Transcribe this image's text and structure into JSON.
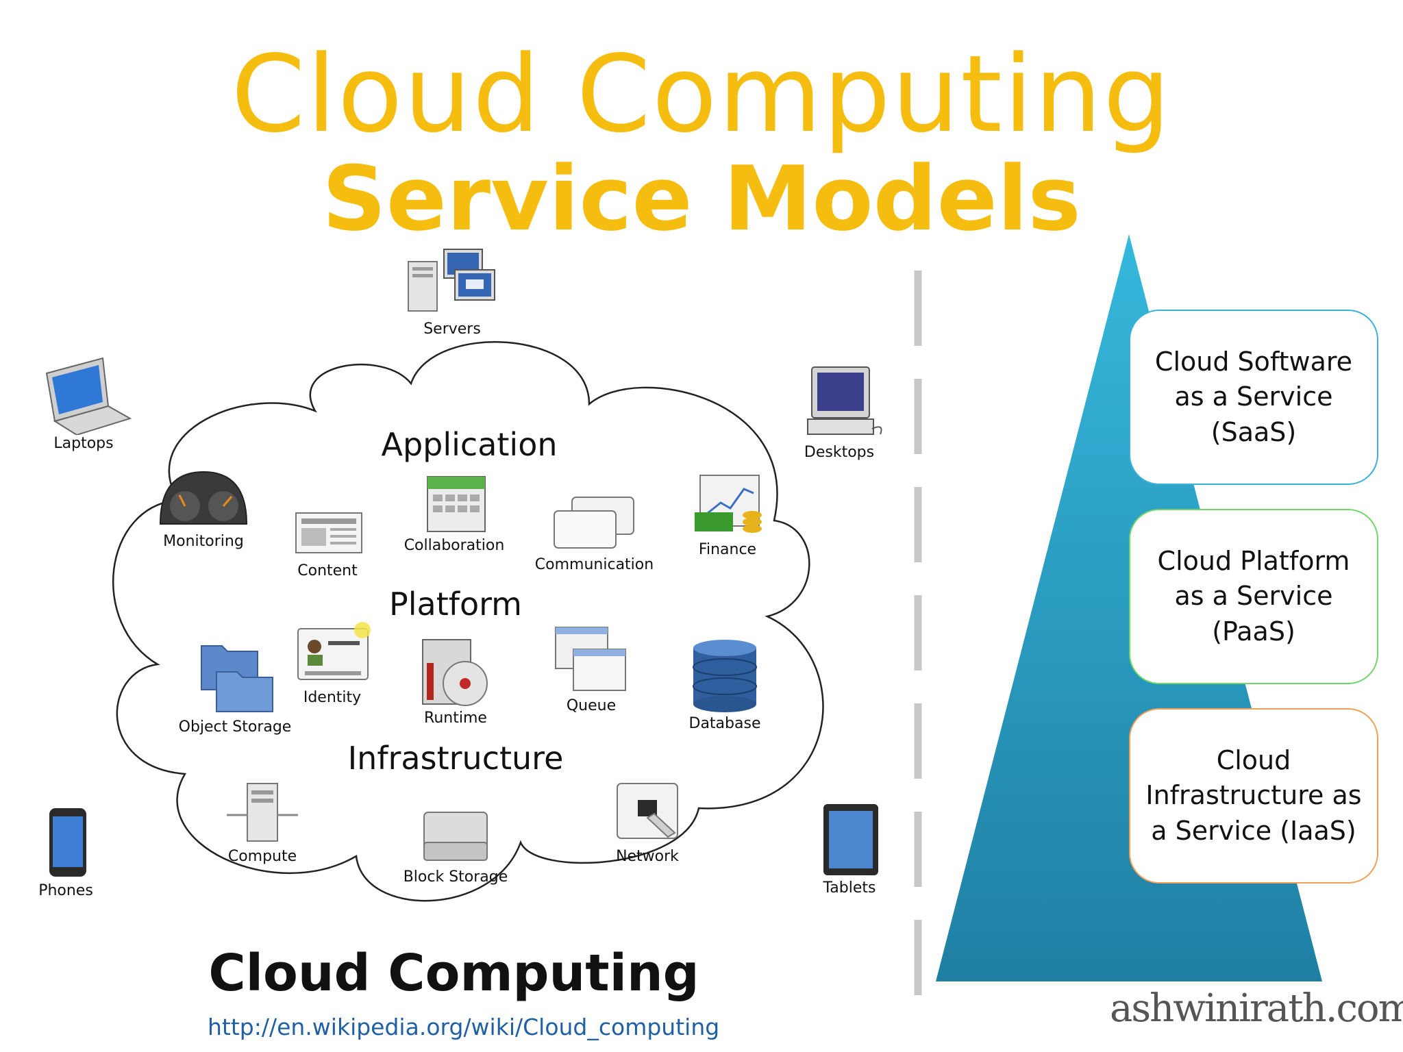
{
  "title": {
    "line1": "Cloud Computing",
    "line2": "Service Models"
  },
  "devices": {
    "servers": "Servers",
    "laptops": "Laptops",
    "desktops": "Desktops",
    "phones": "Phones",
    "tablets": "Tablets"
  },
  "cloud": {
    "application": {
      "heading": "Application",
      "items": [
        "Monitoring",
        "Content",
        "Collaboration",
        "Communication",
        "Finance"
      ]
    },
    "platform": {
      "heading": "Platform",
      "items": [
        "Object Storage",
        "Identity",
        "Runtime",
        "Queue",
        "Database"
      ]
    },
    "infrastructure": {
      "heading": "Infrastructure",
      "items": [
        "Compute",
        "Block Storage",
        "Network"
      ]
    },
    "footer_title": "Cloud Computing",
    "source_url": "http://en.wikipedia.org/wiki/Cloud_computing"
  },
  "pyramid": {
    "saas": "Cloud Software as a Service (SaaS)",
    "paas": "Cloud Platform as a Service (PaaS)",
    "iaas": "Cloud Infrastructure as a Service (IaaS)",
    "colors": {
      "saas_border": "#3bb0d6",
      "paas_border": "#6fd66a",
      "iaas_border": "#f0a058",
      "triangle_top": "#35b8dc",
      "triangle_bottom": "#1f7fa3"
    }
  },
  "brand": "ashwinirath.com",
  "colors": {
    "title": "#f5bd0f",
    "url": "#1f5fa6"
  }
}
